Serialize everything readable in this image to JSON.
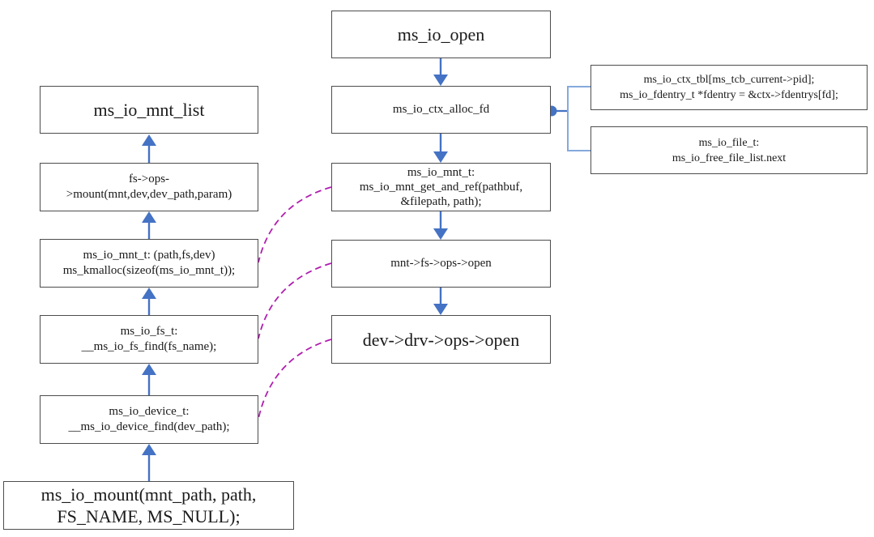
{
  "theme": {
    "arrow_blue": "#4472c4",
    "bracket_blue": "#85a9dc",
    "dashed_magenta": "#b01eb0",
    "border": "#4d4d4d",
    "text": "#1a1a1a",
    "background": "#ffffff"
  },
  "nodes": {
    "mid_open": {
      "lines": [
        "ms_io_open"
      ]
    },
    "mid_ctx_alloc": {
      "lines": [
        "ms_io_ctx_alloc_fd"
      ]
    },
    "mid_mnt_get": {
      "lines": [
        "ms_io_mnt_t:",
        "ms_io_mnt_get_and_ref(pathbuf,",
        "&filepath, path);"
      ]
    },
    "mid_fs_open": {
      "lines": [
        "mnt->fs->ops->open"
      ]
    },
    "mid_dev_open": {
      "lines": [
        "dev->drv->ops->open"
      ]
    },
    "left_mnt_list": {
      "lines": [
        "ms_io_mnt_list"
      ]
    },
    "left_fs_mount": {
      "lines": [
        "fs->ops-",
        ">mount(mnt,dev,dev_path,param)"
      ]
    },
    "left_mnt_alloc": {
      "lines": [
        "ms_io_mnt_t: (path,fs,dev)",
        "ms_kmalloc(sizeof(ms_io_mnt_t));"
      ]
    },
    "left_fs_find": {
      "lines": [
        "ms_io_fs_t:",
        "__ms_io_fs_find(fs_name);"
      ]
    },
    "left_dev_find": {
      "lines": [
        "ms_io_device_t:",
        "__ms_io_device_find(dev_path);"
      ]
    },
    "left_mount": {
      "lines": [
        "ms_io_mount(mnt_path, path,",
        "FS_NAME, MS_NULL);"
      ]
    },
    "right_ctx_tbl": {
      "lines": [
        "ms_io_ctx_tbl[ms_tcb_current->pid];",
        "ms_io_fdentry_t *fdentry = &ctx->fdentrys[fd];"
      ]
    },
    "right_file_t": {
      "lines": [
        "ms_io_file_t:",
        "ms_io_free_file_list.next"
      ]
    }
  }
}
